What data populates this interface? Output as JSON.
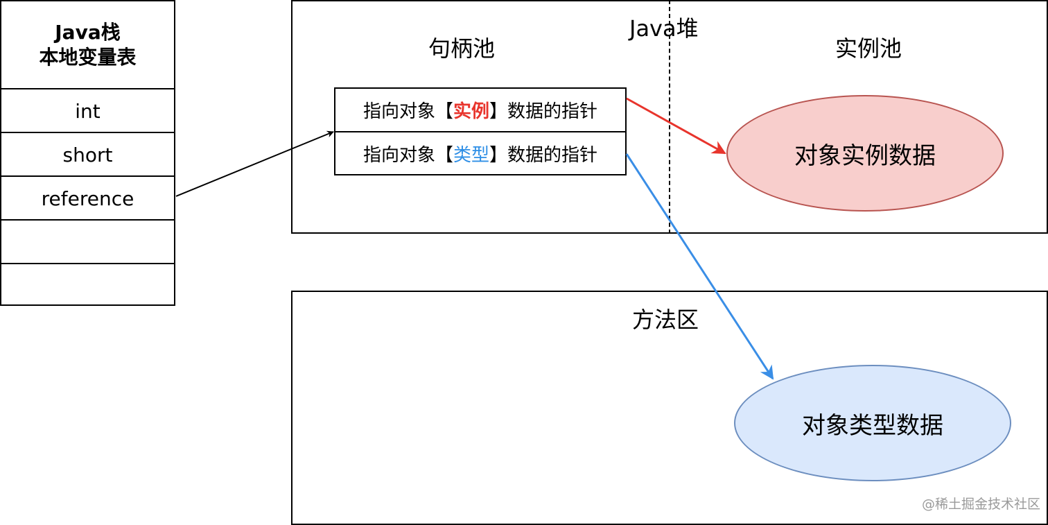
{
  "stack": {
    "title_line1": "Java栈",
    "title_line2": "本地变量表",
    "rows": [
      "int",
      "short",
      "reference",
      "",
      ""
    ]
  },
  "heap": {
    "title": "Java堆",
    "handle_pool_label": "句柄池",
    "instance_pool_label": "实例池",
    "handle_rows": [
      {
        "prefix": "指向对象【",
        "highlight": "实例",
        "suffix": "】数据的指针"
      },
      {
        "prefix": "指向对象【",
        "highlight": "类型",
        "suffix": "】数据的指针"
      }
    ],
    "instance_data_label": "对象实例数据"
  },
  "method_area": {
    "title": "方法区",
    "type_data_label": "对象类型数据"
  },
  "watermark": "@稀土掘金技术社区",
  "colors": {
    "instance_highlight": "#e8342c",
    "type_highlight": "#2f8fe6",
    "instance_fill": "#f8cecc",
    "instance_stroke": "#b85450",
    "type_fill": "#dae8fc",
    "type_stroke": "#6c8ebf",
    "arrow_reference": "#000000",
    "arrow_instance": "#e8342c",
    "arrow_type": "#3a8ee6"
  }
}
